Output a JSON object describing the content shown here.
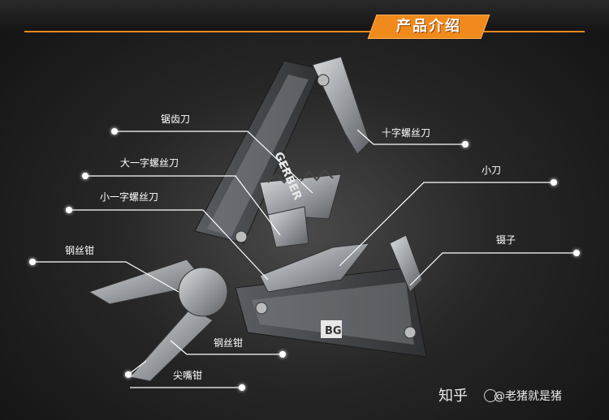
{
  "title": "产品介绍",
  "labels": {
    "saw": "锯齿刀",
    "phillips": "十字螺丝刀",
    "big_flat": "大一字螺丝刀",
    "knife": "小刀",
    "small_flat": "小一字螺丝刀",
    "tweezers": "镊子",
    "wire_cutter": "钢丝钳",
    "wire_cutter_2": "钢丝钳",
    "needle_nose": "尖嘴钳"
  },
  "watermark": {
    "site": "知乎",
    "author": "@老猪就是猪"
  },
  "brand": {
    "gerber": "GERBER",
    "bg_logo": "BG"
  },
  "colors": {
    "accent": "#f08a1c",
    "steel": "#8e9196",
    "background": "#262626"
  }
}
